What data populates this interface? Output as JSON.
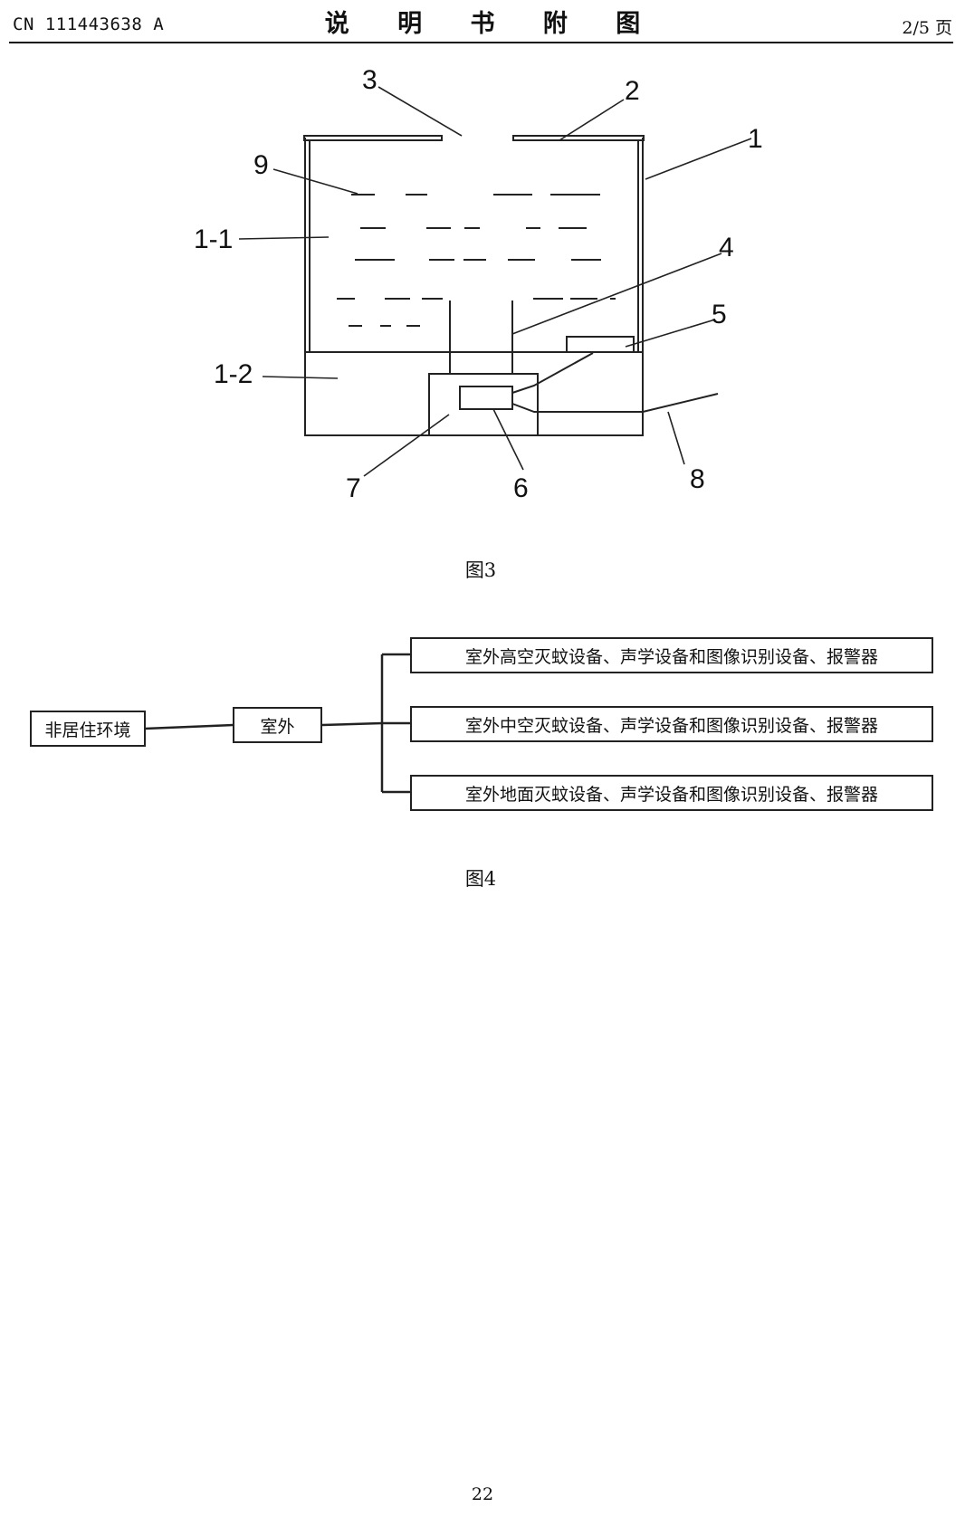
{
  "header": {
    "publication_number": "CN 111443638 A",
    "sheet_title": "说 明 书 附 图",
    "page_count": "2/5 页"
  },
  "figure3": {
    "caption": "图3",
    "labels": [
      "3",
      "2",
      "1",
      "9",
      "1-1",
      "4",
      "5",
      "1-2",
      "8",
      "7",
      "6"
    ]
  },
  "figure4": {
    "caption": "图4",
    "root": "非居住环境",
    "middle": "室外",
    "branches": [
      "室外高空灭蚊设备、声学设备和图像识别设备、报警器",
      "室外中空灭蚊设备、声学设备和图像识别设备、报警器",
      "室外地面灭蚊设备、声学设备和图像识别设备、报警器"
    ]
  },
  "footer": {
    "page_number": "22"
  }
}
